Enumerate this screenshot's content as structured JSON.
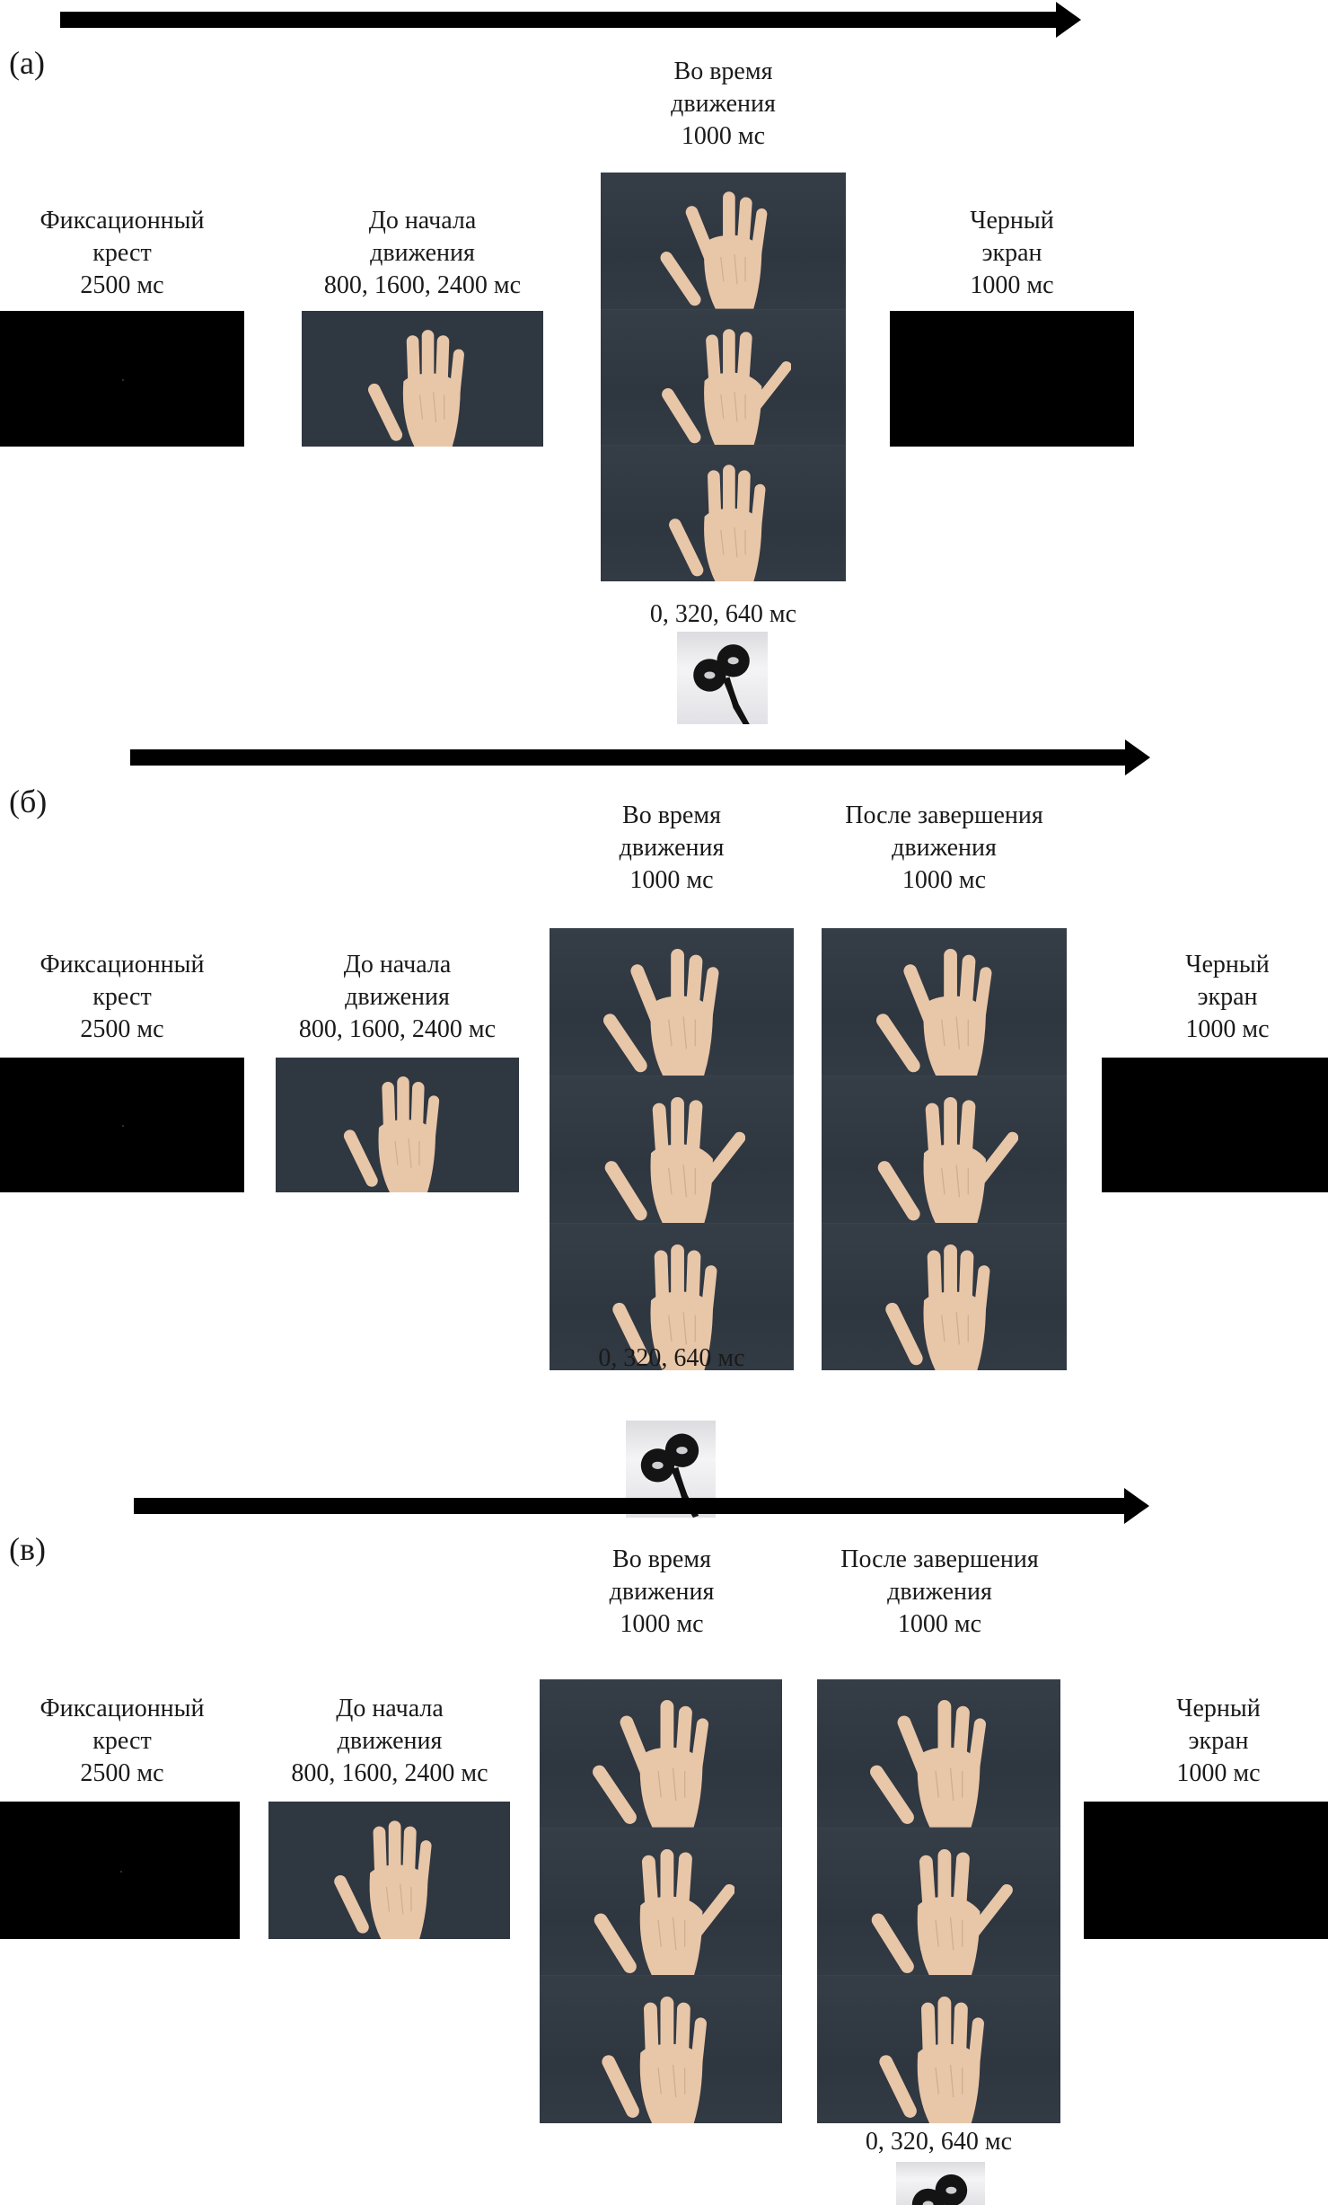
{
  "panels": [
    {
      "label": "(а)",
      "fixation": {
        "lines": [
          "Фиксационный",
          "крест",
          "2500 мс"
        ]
      },
      "pre": {
        "lines": [
          "До начала",
          "движения",
          "800, 1600, 2400 мс"
        ]
      },
      "during": {
        "lines": [
          "Во время",
          "движения",
          "1000 мс"
        ]
      },
      "black": {
        "lines": [
          "Черный",
          "экран",
          "1000 мс"
        ]
      },
      "tms_timing": "0, 320, 640 мс"
    },
    {
      "label": "(б)",
      "fixation": {
        "lines": [
          "Фиксационный",
          "крест",
          "2500 мс"
        ]
      },
      "pre": {
        "lines": [
          "До начала",
          "движения",
          "800, 1600, 2400 мс"
        ]
      },
      "during": {
        "lines": [
          "Во время",
          "движения",
          "1000 мс"
        ]
      },
      "after": {
        "lines": [
          "После завершения",
          "движения",
          "1000 мс"
        ]
      },
      "black": {
        "lines": [
          "Черный",
          "экран",
          "1000 мс"
        ]
      },
      "tms_timing": "0, 320, 640 мс"
    },
    {
      "label": "(в)",
      "fixation": {
        "lines": [
          "Фиксационный",
          "крест",
          "2500 мс"
        ]
      },
      "pre": {
        "lines": [
          "До начала",
          "движения",
          "800, 1600, 2400 мс"
        ]
      },
      "during": {
        "lines": [
          "Во время",
          "движения",
          "1000 мс"
        ]
      },
      "after": {
        "lines": [
          "После завершения",
          "движения",
          "1000 мс"
        ]
      },
      "black": {
        "lines": [
          "Черный",
          "экран",
          "1000 мс"
        ]
      },
      "tms_timing": "0, 320, 640 мс"
    }
  ],
  "icons": {
    "timeline": "time-arrow-icon",
    "hand": "hand-photo",
    "coil": "tms-figure-eight-coil-icon"
  },
  "colors": {
    "background": "#ffffff",
    "photo_background": "#323a44",
    "skin": "#e8c6a8",
    "black_screen": "#000000"
  }
}
